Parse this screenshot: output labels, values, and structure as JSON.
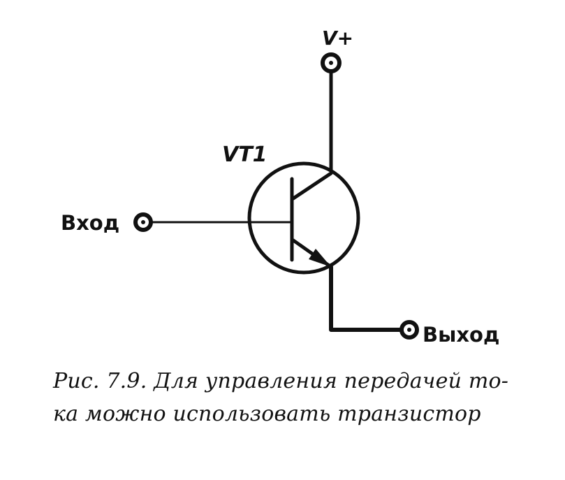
{
  "diagram": {
    "supply_label": "V+",
    "transistor_label": "VT1",
    "input_label": "Вход",
    "output_label": "Выход",
    "ink_color": "#111111",
    "background_color": "#ffffff"
  },
  "caption": {
    "line1": "Рис. 7.9. Для управления передачей то-",
    "line2": "ка можно использовать транзистор"
  }
}
